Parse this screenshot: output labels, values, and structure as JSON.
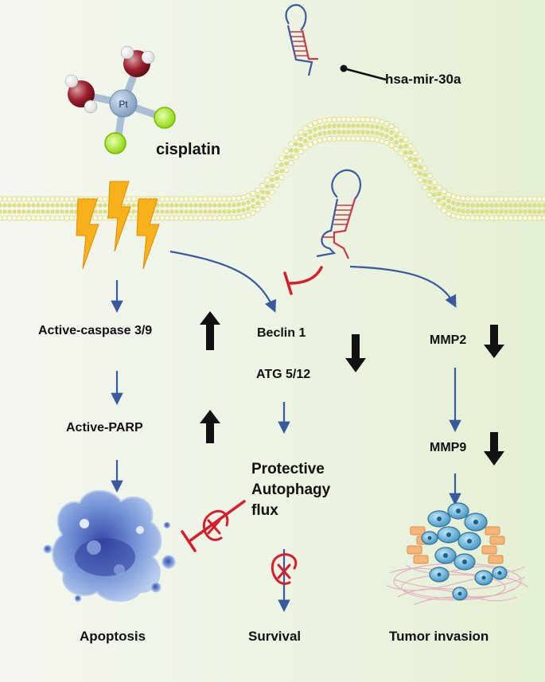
{
  "labels": {
    "mirna": "hsa-mir-30a",
    "drug": "cisplatin",
    "pt_atom": "Pt",
    "caspase": "Active-caspase 3/9",
    "parp": "Active-PARP",
    "beclin": "Beclin 1",
    "atg": "ATG 5/12",
    "autophagy_line1": "Protective",
    "autophagy_line2": "Autophagy",
    "autophagy_line3": "flux",
    "mmp2": "MMP2",
    "mmp9": "MMP9",
    "apoptosis": "Apoptosis",
    "survival": "Survival",
    "invasion": "Tumor invasion"
  },
  "colors": {
    "flow_arrow": "#3a5aa0",
    "inhibition": "#d91d2a",
    "membrane": "#e2e27a",
    "bolt": "#f7b21b",
    "regulation_arrow": "#111111"
  }
}
